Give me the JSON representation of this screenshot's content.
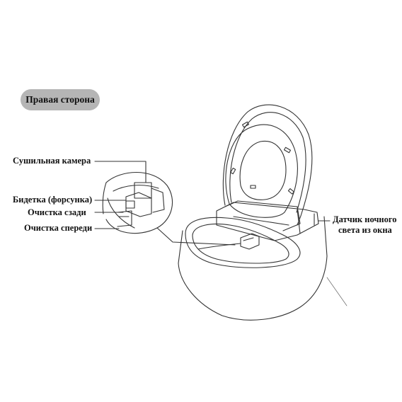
{
  "header": {
    "side_label": "Правая сторона"
  },
  "callouts": {
    "drying_chamber": "Сушильная камера",
    "bidet_nozzle": "Бидетка (форсунка)",
    "rear_cleaning": "Очистка сзади",
    "front_cleaning": "Очистка спереди",
    "night_light_sensor_line1": "Датчик ночного",
    "night_light_sensor_line2": "света из окна"
  },
  "colors": {
    "pill_bg": "#b5b5b5",
    "line": "#333333",
    "text": "#111111"
  }
}
